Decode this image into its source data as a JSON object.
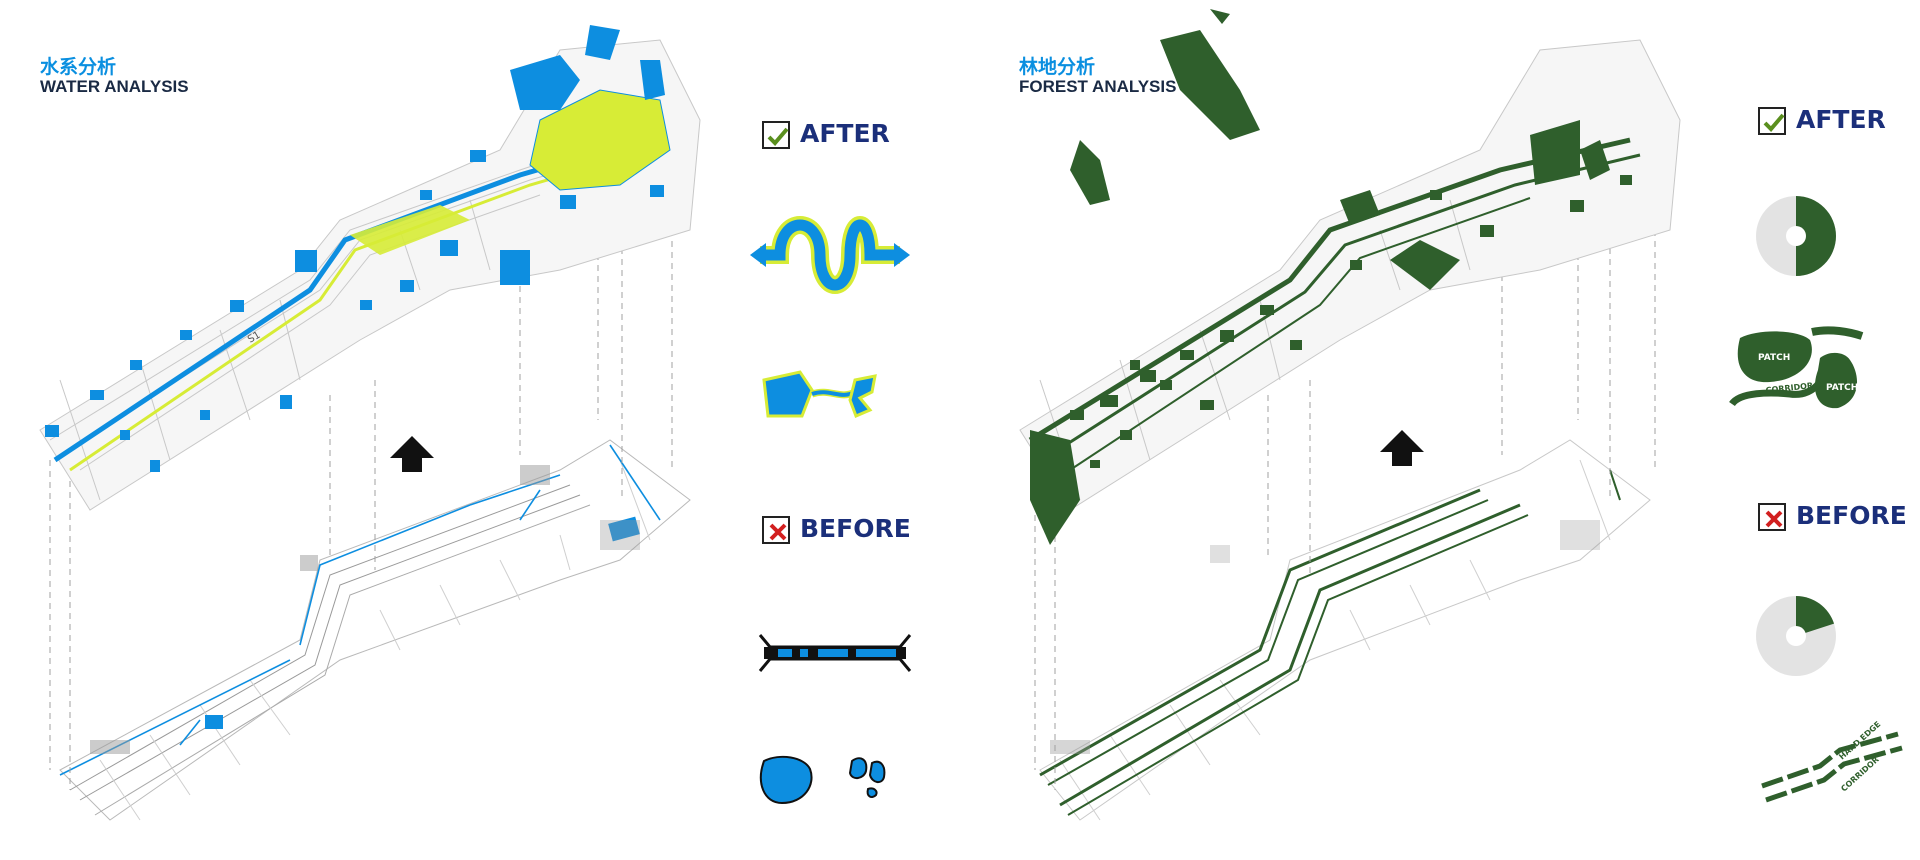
{
  "water": {
    "title_cn": "水系分析",
    "title_en": "WATER ANALYSIS",
    "after_label": "AFTER",
    "before_label": "BEFORE",
    "colors": {
      "water": "#0d8ee0",
      "highlight": "#d7ec36",
      "title": "#0a8fe0"
    }
  },
  "forest": {
    "title_cn": "林地分析",
    "title_en": "FOREST ANALYSIS",
    "after_label": "AFTER",
    "before_label": "BEFORE",
    "labels": {
      "patch": "PATCH",
      "corridor": "CORRIDOR",
      "hard_edge": "HARD EDGE"
    },
    "pie_after_fraction": 0.5,
    "pie_before_fraction": 0.2,
    "colors": {
      "forest": "#2f5f2c",
      "pie_bg": "#e3e3e3",
      "title": "#0a8fe0"
    }
  },
  "icons": {
    "up_arrow": "up-arrow-icon",
    "check": "check-icon",
    "cross": "cross-icon"
  }
}
